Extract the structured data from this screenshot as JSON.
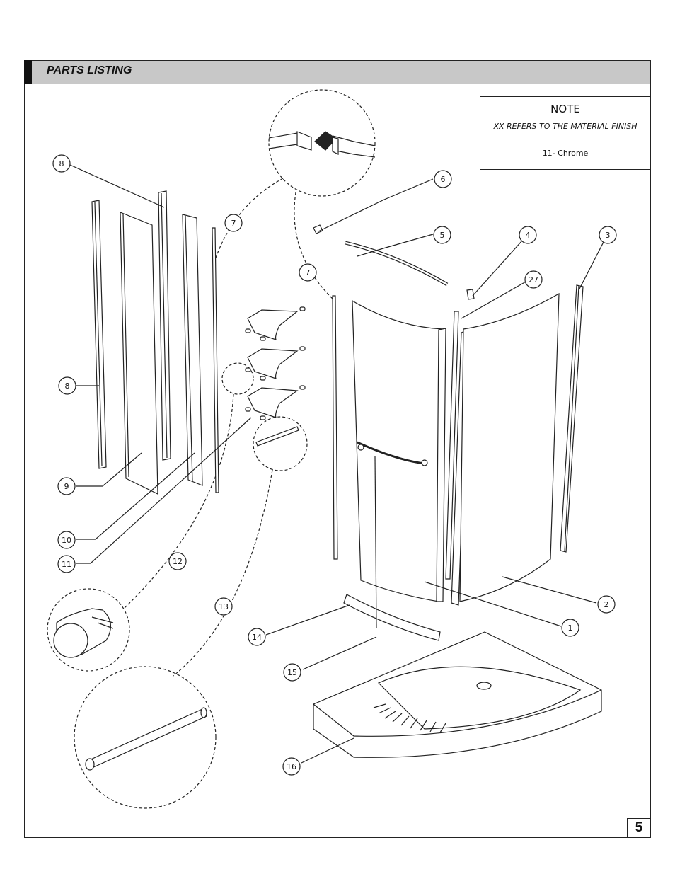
{
  "header": {
    "title": "PARTS LISTING"
  },
  "note": {
    "title": "NOTE",
    "line1": "XX REFERS TO THE MATERIAL FINISH",
    "line2": "11- Chrome"
  },
  "callouts": [
    "8",
    "8",
    "9",
    "10",
    "11",
    "12",
    "13",
    "14",
    "15",
    "16",
    "7",
    "7",
    "6",
    "5",
    "4",
    "27",
    "3",
    "2",
    "1"
  ],
  "page_number": "5"
}
